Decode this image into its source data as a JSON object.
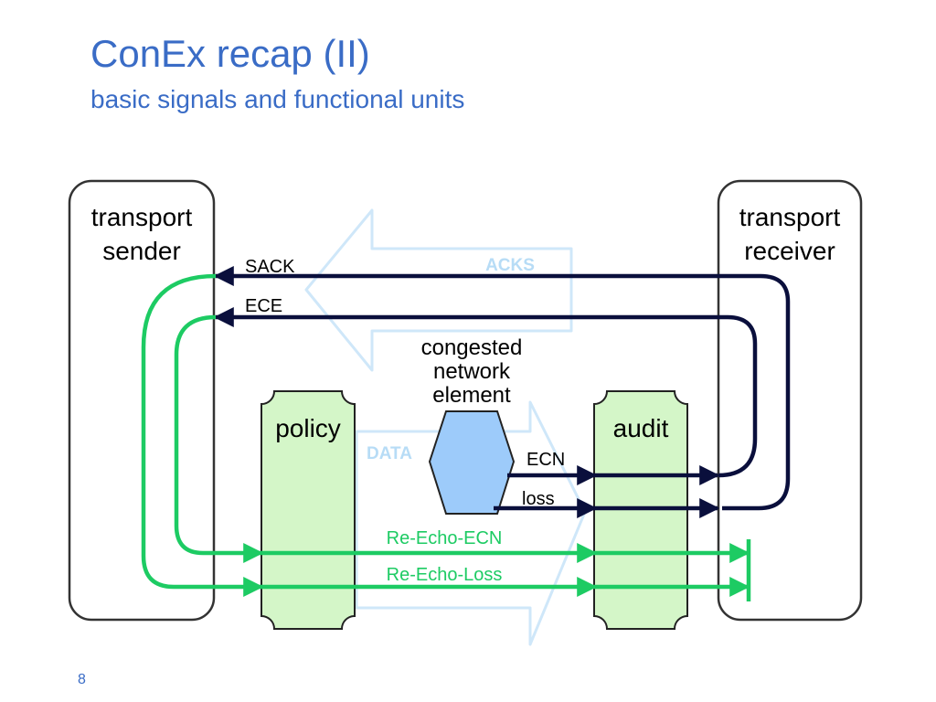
{
  "slide": {
    "title": "ConEx recap (II)",
    "subtitle": "basic signals and functional units",
    "page_number": "8"
  },
  "diagram": {
    "nodes": {
      "sender": {
        "line1": "transport",
        "line2": "sender"
      },
      "receiver": {
        "line1": "transport",
        "line2": "receiver"
      },
      "policy": {
        "label": "policy"
      },
      "audit": {
        "label": "audit"
      },
      "network_element": {
        "line1": "congested",
        "line2": "network",
        "line3": "element"
      }
    },
    "flows": {
      "acks": "ACKS",
      "data": "DATA"
    },
    "signals": {
      "sack": "SACK",
      "ece": "ECE",
      "ecn": "ECN",
      "loss": "loss",
      "re_echo_ecn": "Re-Echo-ECN",
      "re_echo_loss": "Re-Echo-Loss"
    }
  },
  "colors": {
    "title": "#3A6CC6",
    "dark_signal": "#0A0F3C",
    "green_signal": "#1DCB63",
    "block_fill": "#D4F6C8",
    "hexagon_fill": "#9DCBFA",
    "flow_arrow": "#CFE7F9",
    "flow_text": "#B7DCF6"
  }
}
